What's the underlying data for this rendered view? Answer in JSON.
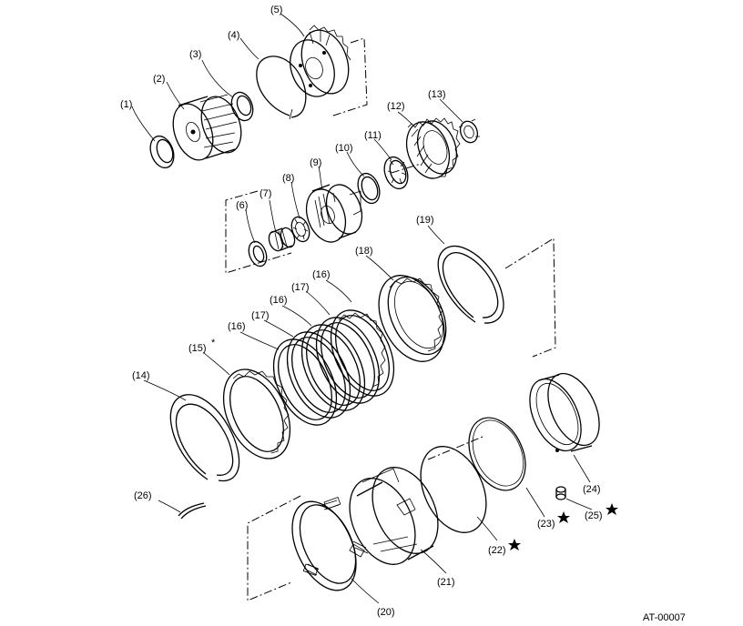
{
  "diagram": {
    "code": "AT-00007",
    "labels": {
      "p1": "(1)",
      "p2": "(2)",
      "p3": "(3)",
      "p4": "(4)",
      "p5": "(5)",
      "p6": "(6)",
      "p7": "(7)",
      "p8": "(8)",
      "p9": "(9)",
      "p10": "(10)",
      "p11": "(11)",
      "p12": "(12)",
      "p13": "(13)",
      "p14": "(14)",
      "p15": "(15)",
      "p16a": "(16)",
      "p17a": "(17)",
      "p16b": "(16)",
      "p17b": "(17)",
      "p16c": "(16)",
      "p18": "(18)",
      "p19": "(19)",
      "p20": "(20)",
      "p21": "(21)",
      "p22": "(22)",
      "p23": "(23)",
      "p24": "(24)",
      "p25": "(25)",
      "p26": "(26)"
    },
    "marks": {
      "asterisk": "*"
    }
  }
}
